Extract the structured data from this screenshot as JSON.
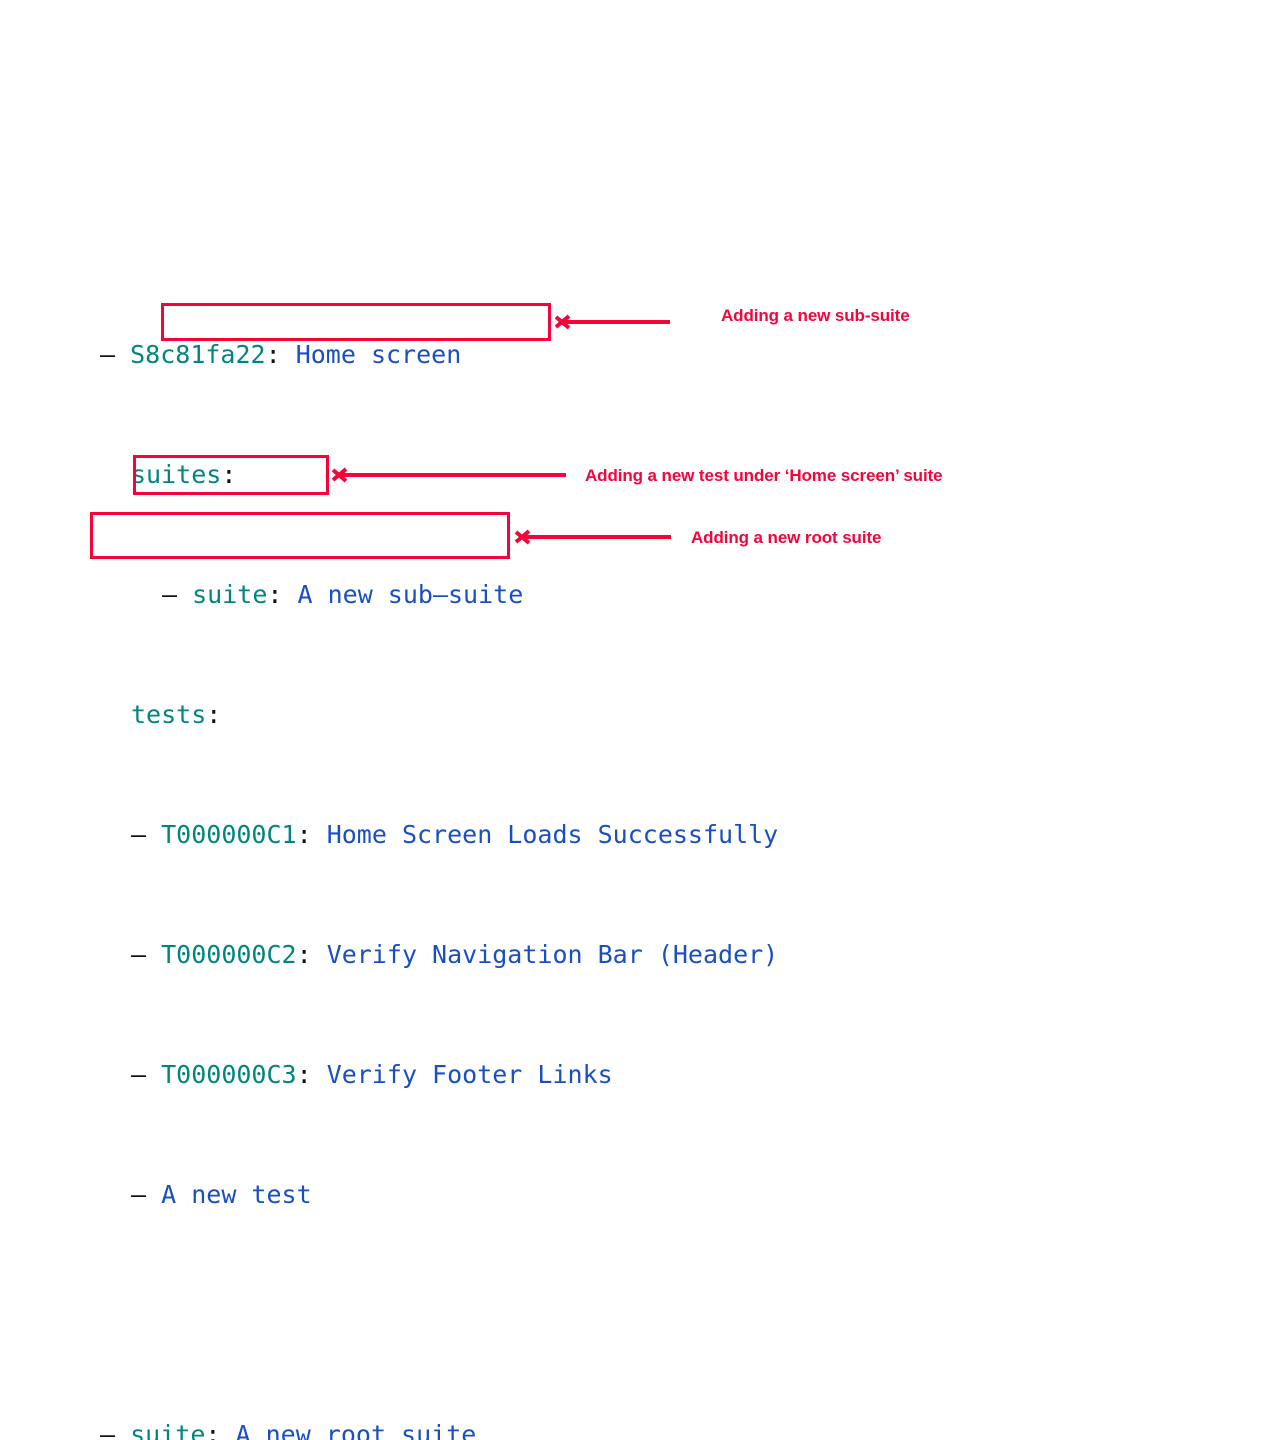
{
  "tree": {
    "root": {
      "bullet": "– ",
      "id": "S8c81fa22",
      "colon": ":",
      "title": " Home screen"
    },
    "suites_key": "suites",
    "suites_colon": ":",
    "sub_suite": {
      "bullet": "– ",
      "key": "suite",
      "colon": ":",
      "value": " A new sub–suite"
    },
    "tests_key": "tests",
    "tests_colon": ":",
    "tests": [
      {
        "bullet": "– ",
        "id": "T000000C1",
        "colon": ":",
        "title": " Home Screen Loads Successfully"
      },
      {
        "bullet": "– ",
        "id": "T000000C2",
        "colon": ":",
        "title": " Verify Navigation Bar (Header)"
      },
      {
        "bullet": "– ",
        "id": "T000000C3",
        "colon": ":",
        "title": " Verify Footer Links"
      }
    ],
    "new_test": {
      "bullet": "– ",
      "value": "A new test"
    },
    "root_suite": {
      "bullet": "– ",
      "key": "suite",
      "colon": ":",
      "value": " A new root suite"
    }
  },
  "annotations": {
    "sub_suite_label": "Adding a new sub-suite",
    "new_test_label": "Adding a new test under ‘Home screen’ suite",
    "root_suite_label": "Adding a new root suite"
  },
  "colors": {
    "key": "#00857f",
    "value": "#1a4fc4",
    "annotation": "#f5043a",
    "punctuation": "#111111",
    "background": "#ffffff"
  }
}
